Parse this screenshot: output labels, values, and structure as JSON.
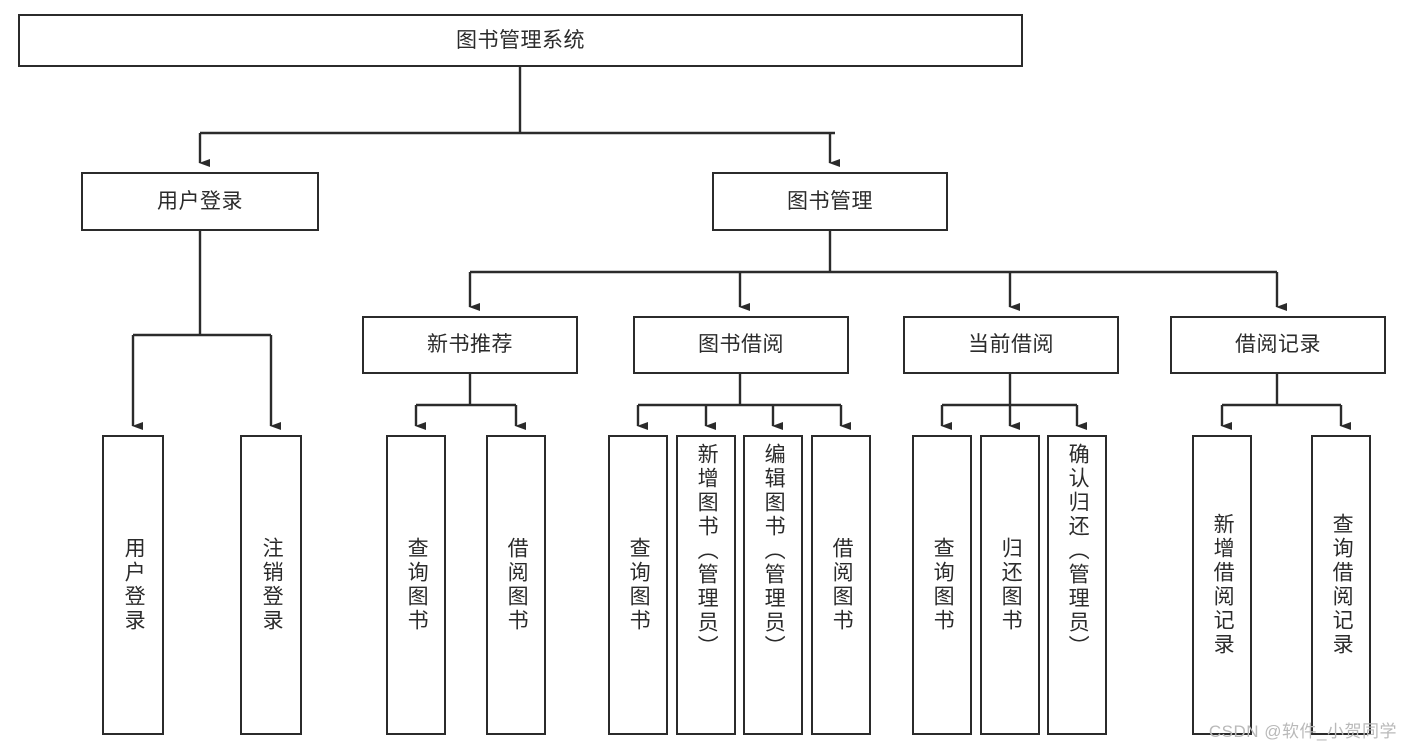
{
  "diagram": {
    "type": "tree-hierarchy",
    "title": "图书管理系统",
    "colors": {
      "stroke": "#2b2b2b",
      "fill": "#ffffff",
      "background": "#ffffff",
      "watermark": "#b9b9b9"
    },
    "root": {
      "id": "root",
      "label": "图书管理系统"
    },
    "level2": [
      {
        "id": "user-login",
        "label": "用户登录"
      },
      {
        "id": "book-management",
        "label": "图书管理"
      }
    ],
    "level3": [
      {
        "id": "new-book-recommend",
        "label": "新书推荐",
        "parent": "book-management"
      },
      {
        "id": "book-borrow",
        "label": "图书借阅",
        "parent": "book-management"
      },
      {
        "id": "current-borrow",
        "label": "当前借阅",
        "parent": "book-management"
      },
      {
        "id": "borrow-record",
        "label": "借阅记录",
        "parent": "book-management"
      }
    ],
    "leaves": [
      {
        "id": "leaf-user-login",
        "label": "用户登录",
        "parent": "user-login"
      },
      {
        "id": "leaf-user-logout",
        "label": "注销登录",
        "parent": "user-login"
      },
      {
        "id": "leaf-query-book-1",
        "label": "查询图书",
        "parent": "new-book-recommend"
      },
      {
        "id": "leaf-borrow-book-1",
        "label": "借阅图书",
        "parent": "new-book-recommend"
      },
      {
        "id": "leaf-query-book-2",
        "label": "查询图书",
        "parent": "book-borrow"
      },
      {
        "id": "leaf-add-book",
        "label": "新增图书（管理员）",
        "parent": "book-borrow"
      },
      {
        "id": "leaf-edit-book",
        "label": "编辑图书（管理员）",
        "parent": "book-borrow"
      },
      {
        "id": "leaf-borrow-book-2",
        "label": "借阅图书",
        "parent": "book-borrow"
      },
      {
        "id": "leaf-query-book-3",
        "label": "查询图书",
        "parent": "current-borrow"
      },
      {
        "id": "leaf-return-book",
        "label": "归还图书",
        "parent": "current-borrow"
      },
      {
        "id": "leaf-confirm-return",
        "label": "确认归还（管理员）",
        "parent": "current-borrow"
      },
      {
        "id": "leaf-add-record",
        "label": "新增借阅记录",
        "parent": "borrow-record"
      },
      {
        "id": "leaf-query-record",
        "label": "查询借阅记录",
        "parent": "borrow-record"
      }
    ]
  },
  "watermark": {
    "text": "CSDN @软件_小贺同学"
  }
}
